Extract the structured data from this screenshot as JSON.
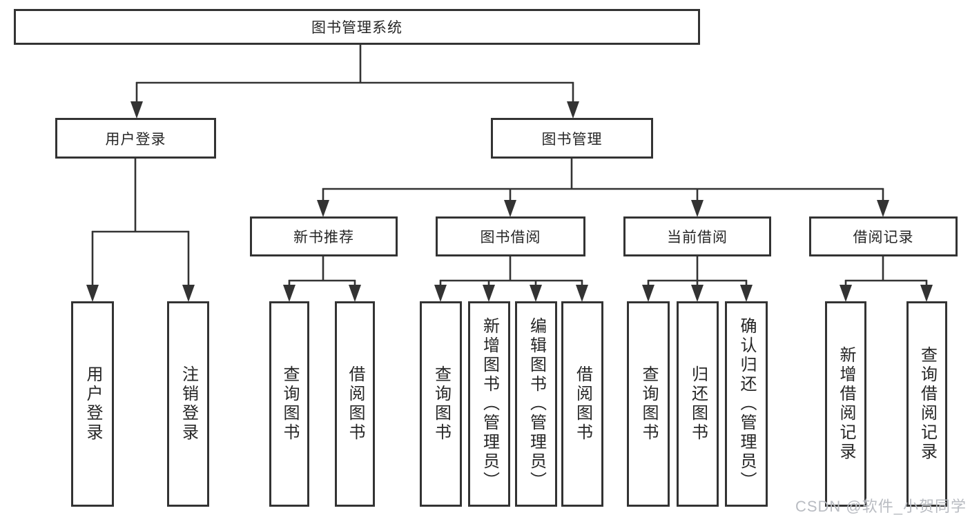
{
  "page": {
    "colors": {
      "line": "#333333",
      "box_border": "#333333",
      "text": "#262626",
      "background": "#ffffff",
      "watermark_text": "#b9bcc2"
    },
    "watermark": "CSDN @软件_小贺同学",
    "nodes": {
      "root": "图书管理系统",
      "user_login": "用户登录",
      "book_mgmt": "图书管理",
      "new_book_rec": "新书推荐",
      "book_borrow": "图书借阅",
      "current_borrow": "当前借阅",
      "borrow_records": "借阅记录",
      "leaf_user_login": "用户登录",
      "leaf_logout": "注销登录",
      "leaf_rec_query_book": "查询图书",
      "leaf_rec_borrow_book": "借阅图书",
      "leaf_bb_query_book": "查询图书",
      "leaf_bb_add_book": "新增图书（管理员）",
      "leaf_bb_edit_book": "编辑图书（管理员）",
      "leaf_bb_borrow_book": "借阅图书",
      "leaf_cb_query_book": "查询图书",
      "leaf_cb_return_book": "归还图书",
      "leaf_cb_confirm_return": "确认归还（管理员）",
      "leaf_br_add_record": "新增借阅记录",
      "leaf_br_query_record": "查询借阅记录"
    }
  }
}
